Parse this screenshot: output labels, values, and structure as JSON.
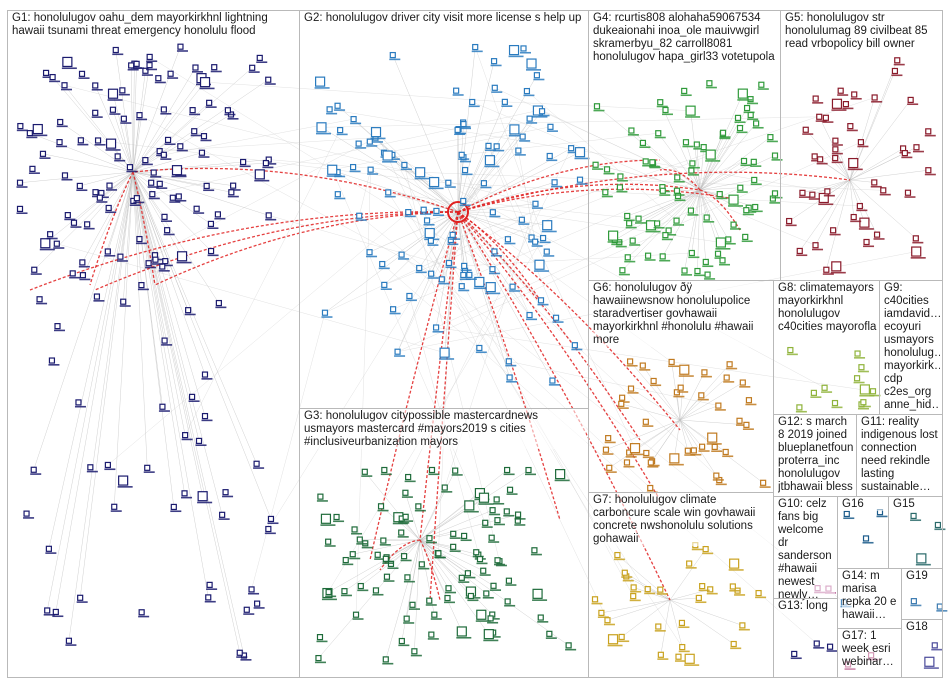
{
  "graph": {
    "accent_edge_color": "#e02020",
    "edge_color": "#bdbdbd",
    "hub_label": "G2 hub node"
  },
  "groups": [
    {
      "id": "G1",
      "label": "G1: honolulugov oahu_dem mayorkirkhnl lightning hawaii tsunami threat emergency honolulu flood",
      "color": "#1a1a6e",
      "nodes": 150
    },
    {
      "id": "G2",
      "label": "G2: honolulugov driver city visit more license s help up",
      "color": "#2a7bbf",
      "nodes": 110
    },
    {
      "id": "G3",
      "label": "G3: honolulugov citypossible mastercardnews usmayors mastercard #mayors2019 s cities #inclusiveurbanization mayors",
      "color": "#1e6b3a",
      "nodes": 95
    },
    {
      "id": "G4",
      "label": "G4: rcurtis808 alohaha59067534 dukeaionahi inoa_ole mauivwgirl skramerbyu_82 carroll8081 honolulugov hapa_girl33 votetupola",
      "color": "#2f9a3a",
      "nodes": 80
    },
    {
      "id": "G5",
      "label": "G5: honolulugov str honolulumag 89 civilbeat 85 read vrbopolicy bill owner",
      "color": "#8a1a2a",
      "nodes": 45
    },
    {
      "id": "G6",
      "label": "G6: honolulugov ðÿ hawaiinewsnow honolulupolice staradvertiser govhawaii mayorkirkhnl #honolulu #hawaii more",
      "color": "#c07a20",
      "nodes": 40
    },
    {
      "id": "G7",
      "label": "G7: honolulugov climate carboncure scale win govhawaii concrete nwshonolulu solutions gohawaii",
      "color": "#c9a21e",
      "nodes": 30
    },
    {
      "id": "G8",
      "label": "G8: climatemayors mayorkirkhnl honolulugov c40cities mayorofla",
      "color": "#8fb33a",
      "nodes": 12
    },
    {
      "id": "G9",
      "label": "G9: c40cities iamdavid… ecoyuri usmayors honolulug… mayorkirk… cdp c2es_org anne_hid…",
      "color": "#7a4aa0",
      "nodes": 0
    },
    {
      "id": "G10",
      "label": "G10: celz fans big welcome dr sanderson #hawaii newest newly…",
      "color": "#b04a8a",
      "nodes": 2
    },
    {
      "id": "G11",
      "label": "G11: reality indigenous lost connection need rekindle lasting sustainable…",
      "color": "#6a6a6a",
      "nodes": 0
    },
    {
      "id": "G12",
      "label": "G12: s march 8 2019 joined blueplanetfound proterra_inc honolulugov jtbhawaii bless",
      "color": "#3a6aa0",
      "nodes": 0
    },
    {
      "id": "G13",
      "label": "G13: long",
      "color": "#1a1a6e",
      "nodes": 3
    },
    {
      "id": "G14",
      "label": "G14: m marisa repka 20 e hawaii…",
      "color": "#4a8ac0",
      "nodes": 1
    },
    {
      "id": "G15",
      "label": "G15",
      "color": "#2a6a6a",
      "nodes": 3
    },
    {
      "id": "G16",
      "label": "G16",
      "color": "#1a5a8a",
      "nodes": 3
    },
    {
      "id": "G17",
      "label": "G17: 1 week esri webinar…",
      "color": "#a02060",
      "nodes": 2
    },
    {
      "id": "G18",
      "label": "G18",
      "color": "#4a4a9a",
      "nodes": 2
    },
    {
      "id": "G19",
      "label": "G19",
      "color": "#3a7ab0",
      "nodes": 2
    }
  ]
}
